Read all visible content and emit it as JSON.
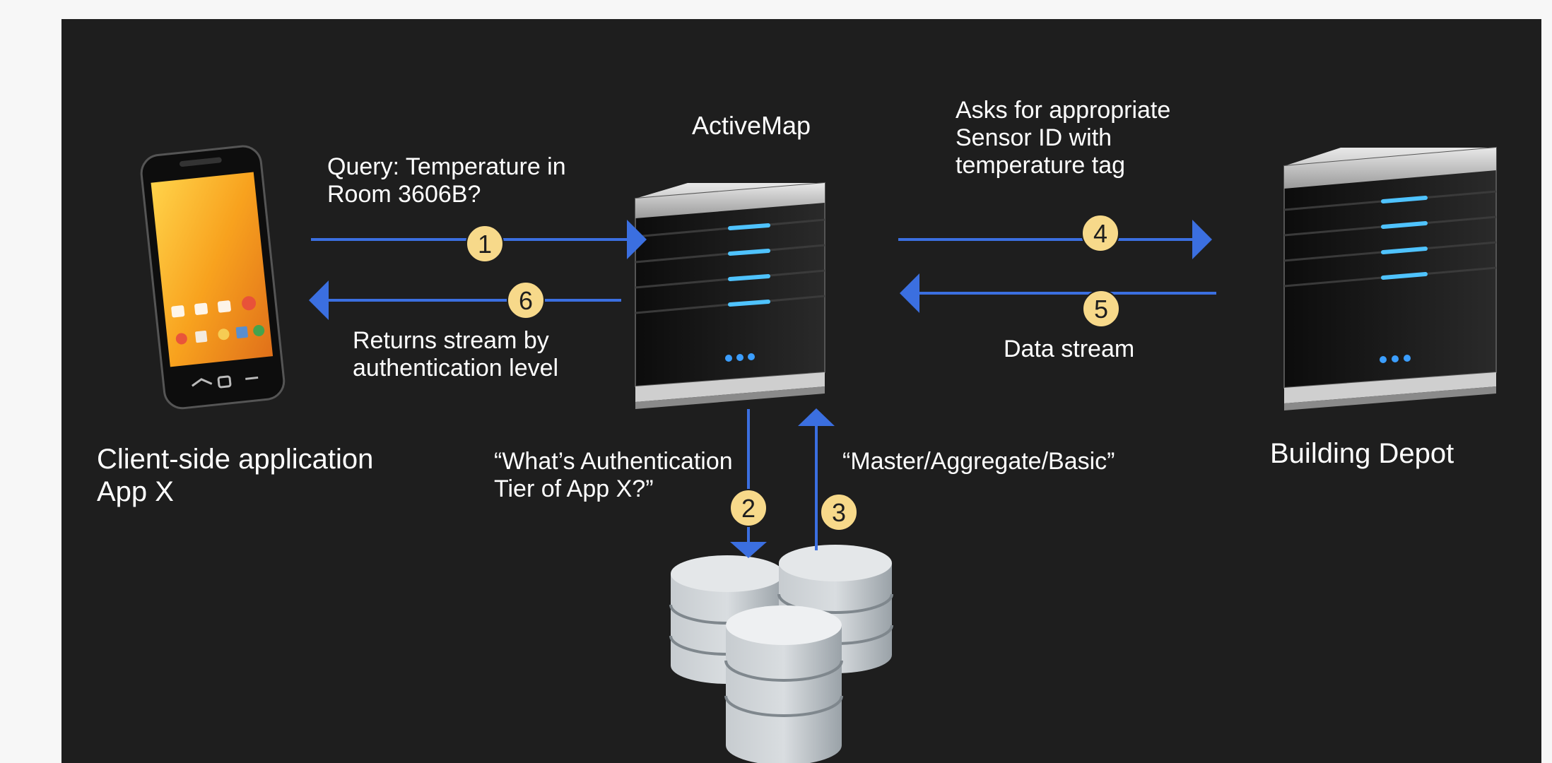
{
  "nodes": {
    "client_label": "Client-side application\nApp X",
    "activemap_label": "ActiveMap",
    "depot_label": "Building Depot"
  },
  "messages": {
    "query": "Query: Temperature in\nRoom 3606B?",
    "returns": "Returns stream by\nauthentication level",
    "asks": "Asks for appropriate\nSensor ID with\ntemperature tag",
    "data_stream": "Data stream",
    "auth_question": "“What’s Authentication\nTier of App X?”",
    "tiers": "“Master/Aggregate/Basic”"
  },
  "steps": [
    "1",
    "2",
    "3",
    "4",
    "5",
    "6"
  ],
  "colors": {
    "background": "#1e1e1e",
    "arrow": "#3b6fe0",
    "step_badge": "#f7d98a",
    "text": "#ffffff"
  }
}
